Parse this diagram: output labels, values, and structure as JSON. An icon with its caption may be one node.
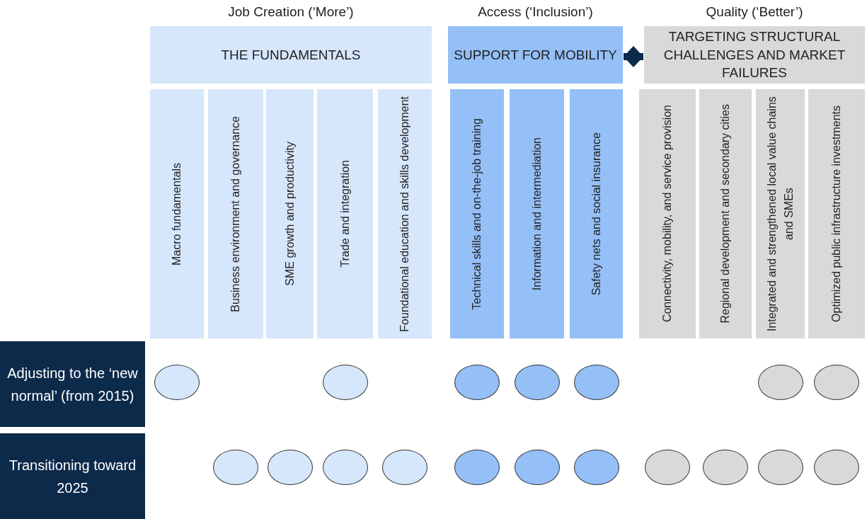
{
  "diagram": {
    "nodes": [
      {
        "text": [
          "Job Creation (‘More’)",
          "THE FUNDAMENTALS"
        ]
      },
      {
        "text": [
          "Access (‘Inclusion’)",
          "SUPPORT FOR MOBILITY"
        ]
      },
      {
        "text": [
          "Quality (‘Better’)",
          "TARGETING STRUCTURAL CHALLENGES AND MARKET FAILURES"
        ]
      },
      {
        "text": [
          "Macro fundamentals"
        ]
      },
      {
        "text": [
          "Business environment and governance"
        ]
      },
      {
        "text": [
          "SME growth and productivity"
        ]
      },
      {
        "text": [
          "Trade and integration"
        ]
      },
      {
        "text": [
          "Foundational education and skills development"
        ]
      },
      {
        "text": [
          "Technical skills and on-the-job training"
        ]
      },
      {
        "text": [
          "Information and intermediation"
        ]
      },
      {
        "text": [
          "Safety nets and social insurance"
        ]
      },
      {
        "text": [
          "Connectivity, mobility, and service provision"
        ]
      },
      {
        "text": [
          "Regional development and secondary cities"
        ]
      },
      {
        "text": [
          "Integrated and strengthened local value chains and SMEs"
        ]
      },
      {
        "text": [
          "Optimized public infrastructure investments"
        ]
      },
      {
        "text": [
          "Adjusting to the ‘new normal’ (from 2015)"
        ]
      },
      {
        "text": [
          "Transitioning toward 2025"
        ]
      },
      {
        "text": [],
        "shape": "circle"
      },
      {
        "text": [],
        "shape": "circle"
      },
      {
        "text": [],
        "shape": "circle"
      },
      {
        "text": [],
        "shape": "circle"
      },
      {
        "text": [],
        "shape": "circle"
      },
      {
        "text": [],
        "shape": "circle"
      },
      {
        "text": [],
        "shape": "circle"
      },
      {
        "text": [],
        "shape": "circle"
      },
      {
        "text": [],
        "shape": "circle"
      },
      {
        "text": [],
        "shape": "circle"
      },
      {
        "text": [],
        "shape": "circle"
      },
      {
        "text": [],
        "shape": "circle"
      },
      {
        "text": [],
        "shape": "circle"
      },
      {
        "text": [],
        "shape": "circle"
      },
      {
        "text": [],
        "shape": "circle"
      },
      {
        "text": [],
        "shape": "circle"
      },
      {
        "text": [],
        "shape": "circle"
      },
      {
        "text": [],
        "shape": "circle"
      }
    ],
    "edges": [
      {
        "from": 1,
        "to": 2,
        "arrow": "both"
      }
    ]
  }
}
